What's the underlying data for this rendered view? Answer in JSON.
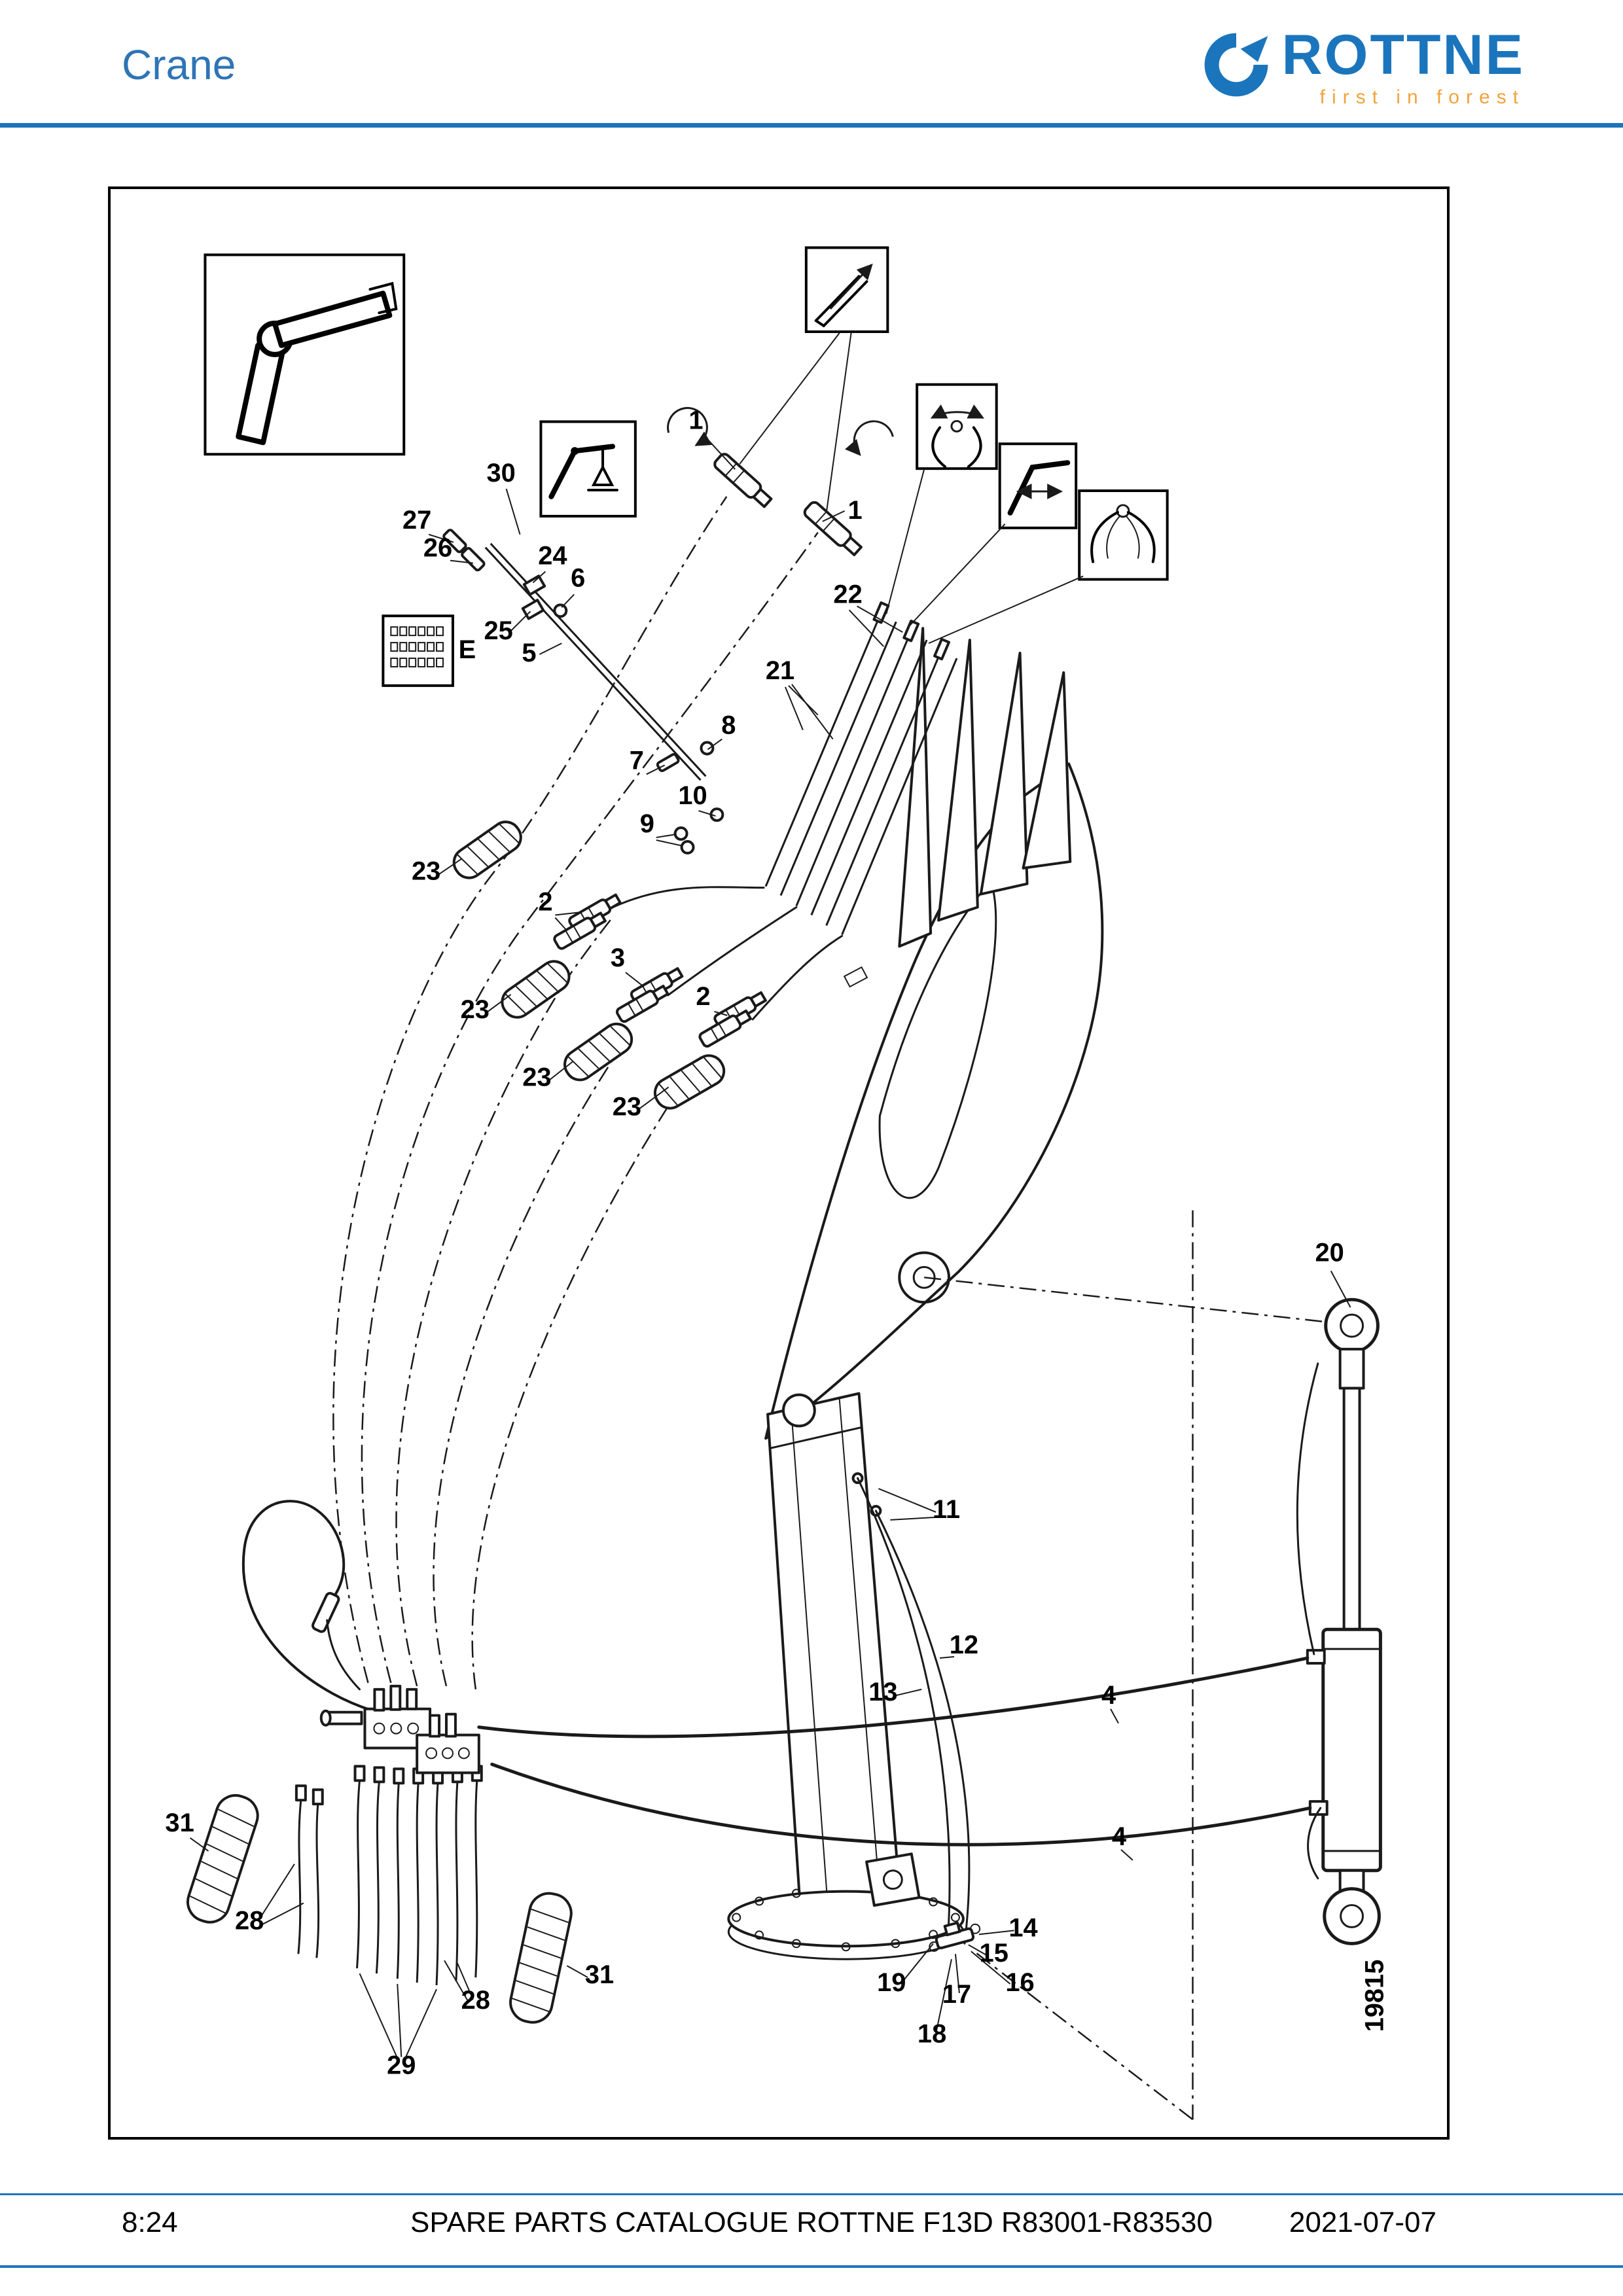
{
  "header": {
    "title": "Crane",
    "logo": {
      "brand": "ROTTNE",
      "tagline": "first in forest"
    }
  },
  "footer": {
    "page_ref": "8:24",
    "title": "SPARE PARTS CATALOGUE ROTTNE F13D R83001-R83530",
    "date": "2021-07-07"
  },
  "diagram": {
    "drawing_number": "19815",
    "callouts": [
      {
        "id": "1a",
        "label": "1"
      },
      {
        "id": "1b",
        "label": "1"
      },
      {
        "id": "30",
        "label": "30"
      },
      {
        "id": "27",
        "label": "27"
      },
      {
        "id": "26",
        "label": "26"
      },
      {
        "id": "24",
        "label": "24"
      },
      {
        "id": "6",
        "label": "6"
      },
      {
        "id": "25",
        "label": "25"
      },
      {
        "id": "5",
        "label": "5"
      },
      {
        "id": "E",
        "label": "E"
      },
      {
        "id": "22",
        "label": "22"
      },
      {
        "id": "21",
        "label": "21"
      },
      {
        "id": "8",
        "label": "8"
      },
      {
        "id": "7",
        "label": "7"
      },
      {
        "id": "10",
        "label": "10"
      },
      {
        "id": "9",
        "label": "9"
      },
      {
        "id": "23a",
        "label": "23"
      },
      {
        "id": "2a",
        "label": "2"
      },
      {
        "id": "3",
        "label": "3"
      },
      {
        "id": "23b",
        "label": "23"
      },
      {
        "id": "2b",
        "label": "2"
      },
      {
        "id": "23c",
        "label": "23"
      },
      {
        "id": "23d",
        "label": "23"
      },
      {
        "id": "20",
        "label": "20"
      },
      {
        "id": "11",
        "label": "11"
      },
      {
        "id": "12",
        "label": "12"
      },
      {
        "id": "13",
        "label": "13"
      },
      {
        "id": "4a",
        "label": "4"
      },
      {
        "id": "4b",
        "label": "4"
      },
      {
        "id": "31a",
        "label": "31"
      },
      {
        "id": "28a",
        "label": "28"
      },
      {
        "id": "28b",
        "label": "28"
      },
      {
        "id": "29",
        "label": "29"
      },
      {
        "id": "31b",
        "label": "31"
      },
      {
        "id": "19",
        "label": "19"
      },
      {
        "id": "17",
        "label": "17"
      },
      {
        "id": "18",
        "label": "18"
      },
      {
        "id": "14",
        "label": "14"
      },
      {
        "id": "15",
        "label": "15"
      },
      {
        "id": "16",
        "label": "16"
      }
    ],
    "insets": [
      {
        "name": "crane-boom-overview-icon"
      },
      {
        "name": "boom-balance-icon"
      },
      {
        "name": "boom-tip-extend-icon"
      },
      {
        "name": "rotator-icon"
      },
      {
        "name": "extension-arrow-icon"
      },
      {
        "name": "grapple-icon"
      },
      {
        "name": "connector-block-icon"
      }
    ]
  },
  "colors": {
    "accent_blue": "#1b75bc",
    "tagline_orange": "#f2a33c",
    "line_black": "#1a1a1a"
  }
}
